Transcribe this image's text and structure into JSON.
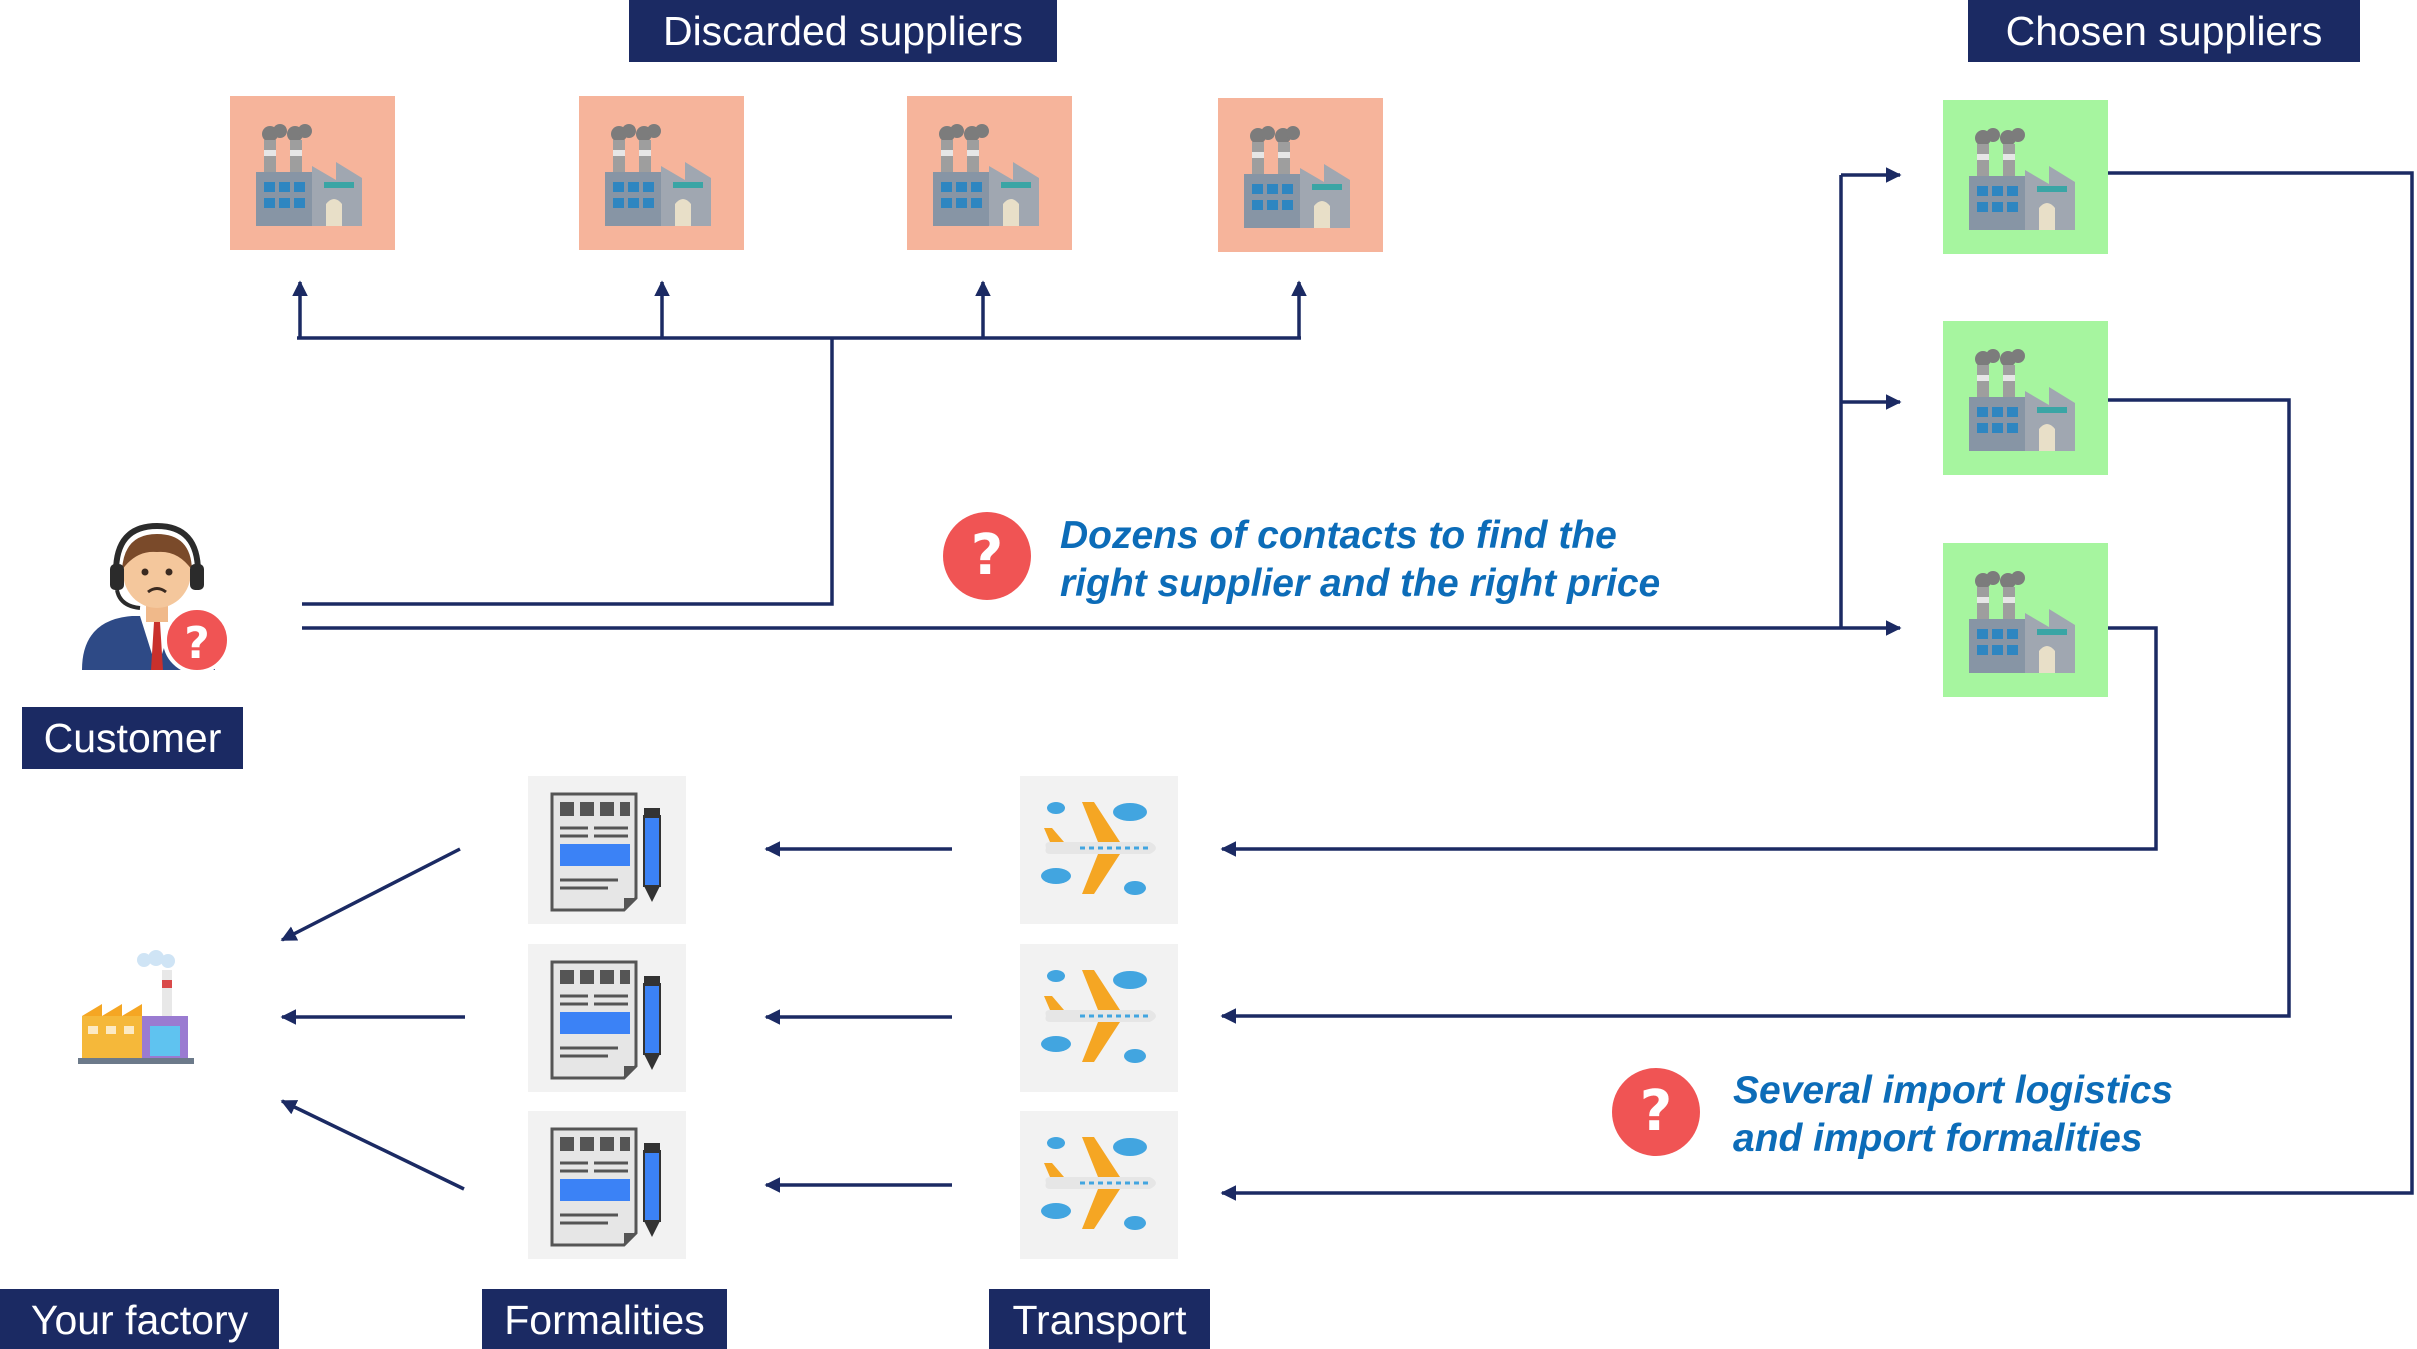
{
  "labels": {
    "discarded": "Discarded suppliers",
    "chosen": "Chosen suppliers",
    "customer": "Customer",
    "factory": "Your factory",
    "formalities": "Formalities",
    "transport": "Transport"
  },
  "notes": {
    "contacts": [
      "Dozens of contacts to find the",
      "right supplier and the right price"
    ],
    "logistics": [
      "Several import logistics",
      "and import formalities"
    ]
  },
  "badge_glyph": "?",
  "colors": {
    "navy": "#1b2a63",
    "discarded_bg": "#f6b49b",
    "chosen_bg": "#a6f59f",
    "note_blue": "#0c6cb8",
    "badge_red": "#f05454"
  },
  "icons": {
    "supplier": "factory-icon",
    "customer": "worried-customer-icon",
    "formalities": "document-pencil-icon",
    "transport": "airplane-clouds-icon",
    "your_factory": "own-factory-icon"
  }
}
